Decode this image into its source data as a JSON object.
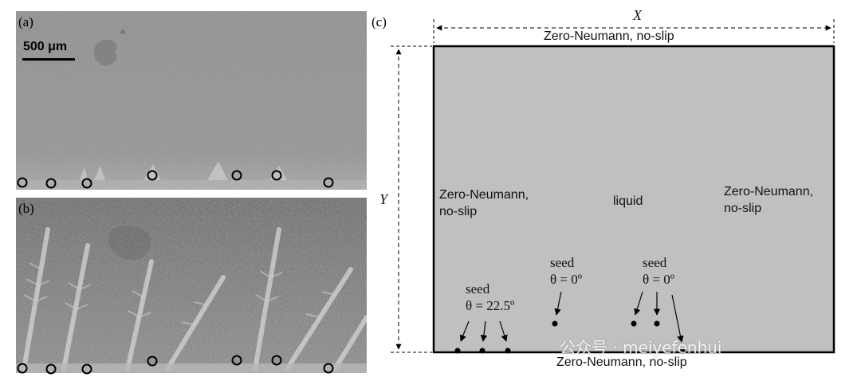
{
  "figure": {
    "panel_a_label": "(a)",
    "panel_b_label": "(b)",
    "panel_c_label": "(c)",
    "scale_bar_label": "500 μm"
  },
  "domain_diagram": {
    "x_dim": "X",
    "y_dim": "Y",
    "top_bc": "Zero-Neumann, no-slip",
    "bottom_bc": "Zero-Neumann, no-slip",
    "left_bc_line1": "Zero-Neumann,",
    "left_bc_line2": "no-slip",
    "right_bc_line1": "Zero-Neumann,",
    "right_bc_line2": "no-slip",
    "center_label": "liquid",
    "seed1_label": "seed",
    "seed1_theta": "θ = 22.5º",
    "seed2_label": "seed",
    "seed2_theta": "θ = 0º",
    "seed3_label": "seed",
    "seed3_theta": "θ = 0º",
    "domain_fill": "#c0c0c0"
  },
  "watermark": {
    "text": "公众号 · meiyefenhui"
  }
}
